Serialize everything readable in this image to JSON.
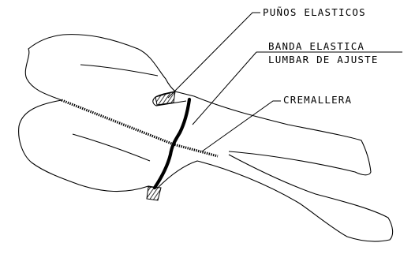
{
  "labels": {
    "punos": "PUÑOS ELASTICOS",
    "banda_line1": "BANDA ELASTICA",
    "banda_line2": "LUMBAR DE AJUSTE",
    "cremallera": "CREMALLERA"
  },
  "colors": {
    "stroke": "#000000",
    "background": "#ffffff"
  }
}
